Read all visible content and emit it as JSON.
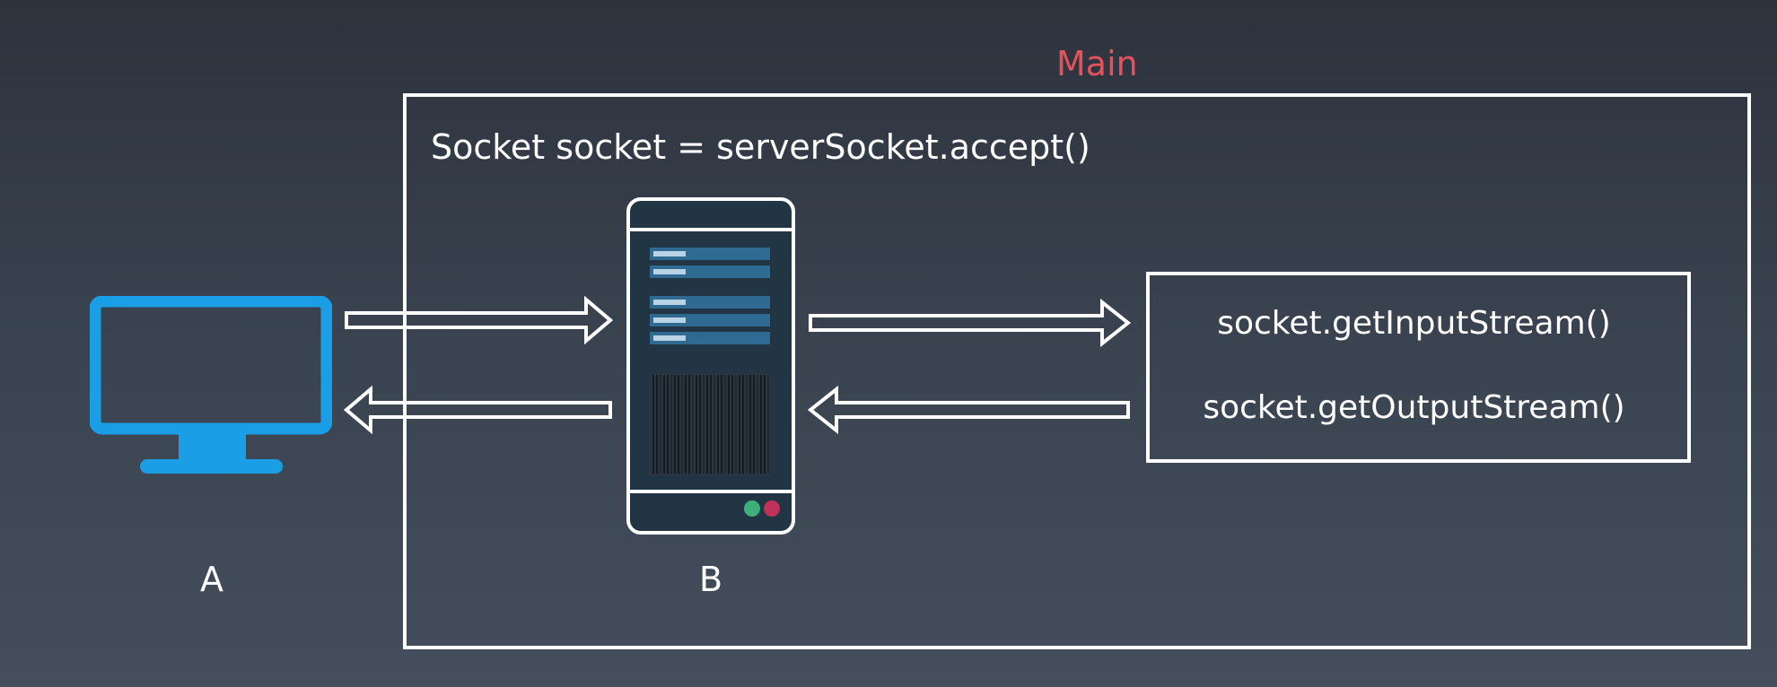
{
  "main": {
    "title": "Main",
    "accept_code": "Socket socket = serverSocket.accept()"
  },
  "streams": {
    "input": "socket.getInputStream()",
    "output": "socket.getOutputStream()"
  },
  "nodes": {
    "client_label": "A",
    "server_label": "B"
  },
  "icons": {
    "client": "monitor-icon",
    "server": "server-icon"
  },
  "colors": {
    "main_title": "#e5525b",
    "monitor": "#1a9ee5",
    "server_frame": "#ffffff",
    "server_body": "#223544",
    "server_row": "#2e6a92",
    "led_green": "#3db07a",
    "led_red": "#c2315a"
  }
}
